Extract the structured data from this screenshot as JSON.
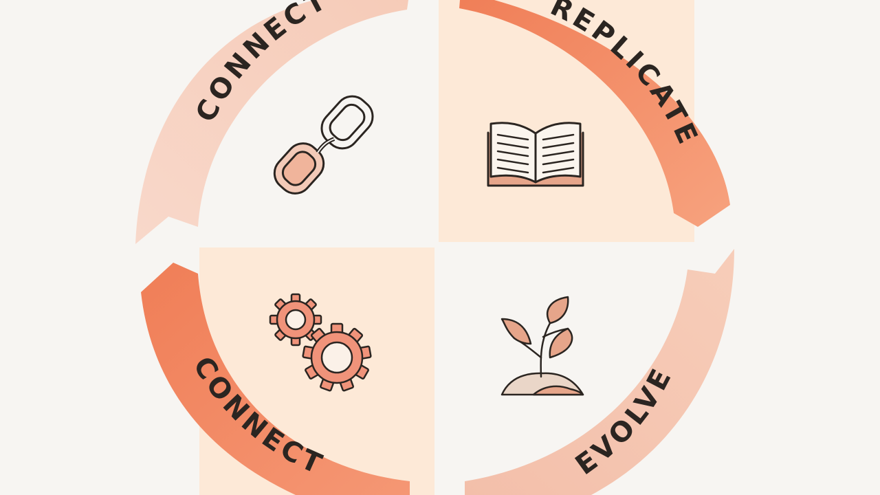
{
  "diagram": {
    "stages": [
      {
        "id": "top-left",
        "label": "CONNECT",
        "icon": "chain-link-icon"
      },
      {
        "id": "top-right",
        "label": "REPLICATE",
        "icon": "open-book-icon"
      },
      {
        "id": "bottom-left",
        "label": "CONNECT",
        "icon": "gears-icon"
      },
      {
        "id": "bottom-right",
        "label": "EVOLVE",
        "icon": "sprout-icon"
      }
    ],
    "colors": {
      "background": "#f7f5f2",
      "arrow_light": "#f4c6b2",
      "arrow_strong": "#f38a65",
      "quadrant_light": "#fde9d7",
      "quadrant_plain": "#f7f5f2",
      "icon_fill": "#f0b49b",
      "icon_stroke": "#2b2521"
    }
  }
}
